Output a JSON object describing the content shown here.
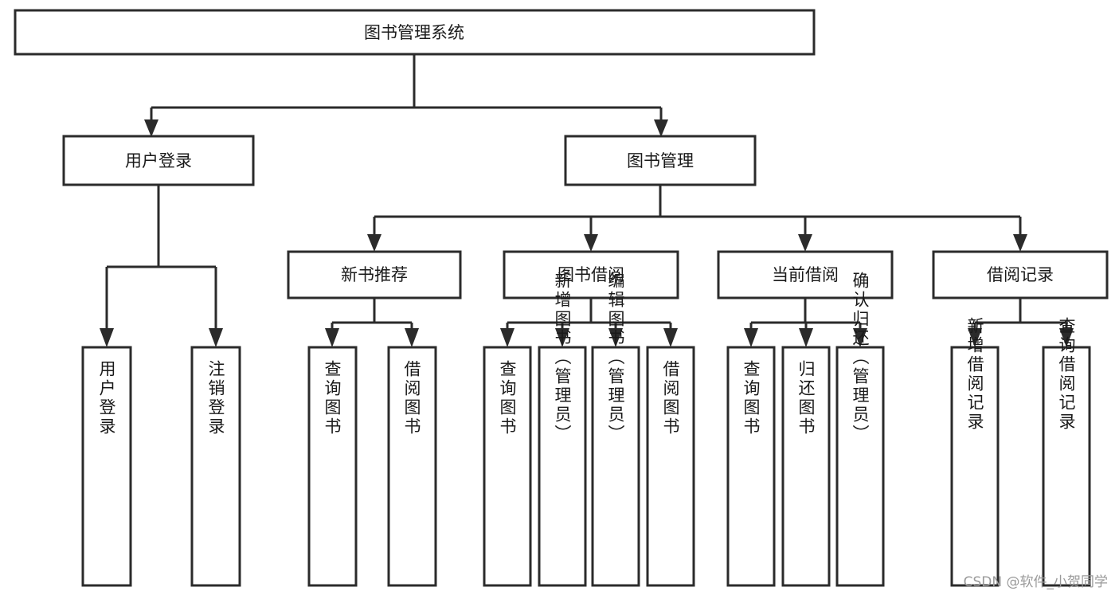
{
  "diagram": {
    "title": "图书管理系统",
    "type": "hierarchy-tree",
    "root": {
      "label": "图书管理系统"
    },
    "level2": [
      {
        "label": "用户登录"
      },
      {
        "label": "图书管理"
      }
    ],
    "level3": [
      {
        "label": "新书推荐"
      },
      {
        "label": "图书借阅"
      },
      {
        "label": "当前借阅"
      },
      {
        "label": "借阅记录"
      }
    ],
    "leaves": {
      "user_login": [
        {
          "label": "用户登录"
        },
        {
          "label": "注销登录"
        }
      ],
      "new_book_recommend": [
        {
          "label": "查询图书"
        },
        {
          "label": "借阅图书"
        }
      ],
      "book_borrow": [
        {
          "label": "查询图书"
        },
        {
          "label": "新增图书（管理员）"
        },
        {
          "label": "编辑图书（管理员）"
        },
        {
          "label": "借阅图书"
        }
      ],
      "current_borrow": [
        {
          "label": "查询图书"
        },
        {
          "label": "归还图书"
        },
        {
          "label": "确认归还（管理员）"
        }
      ],
      "borrow_record": [
        {
          "label": "新增借阅记录"
        },
        {
          "label": "查询借阅记录"
        }
      ]
    },
    "colors": {
      "box_stroke": "#2b2b2b",
      "box_fill": "#ffffff",
      "text": "#1a1a1a",
      "watermark": "#9a9a9a"
    }
  },
  "watermark": {
    "text": "CSDN @软件_小贺同学"
  }
}
